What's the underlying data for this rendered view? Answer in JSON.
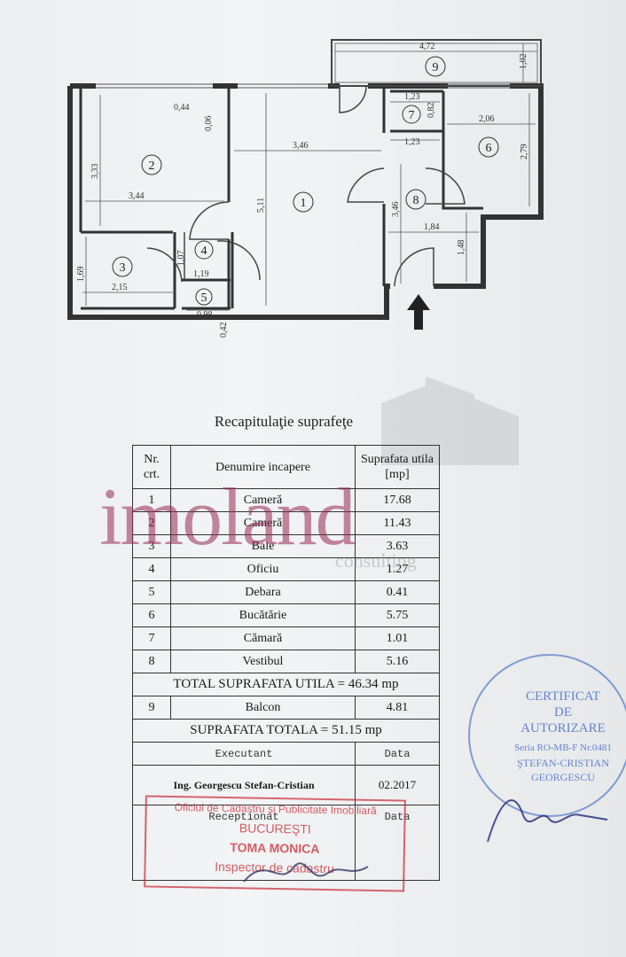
{
  "plan": {
    "rooms": [
      "1",
      "2",
      "3",
      "4",
      "5",
      "6",
      "7",
      "8",
      "9"
    ],
    "dims": {
      "balcony_w": "4,72",
      "balcony_d": "1,02",
      "r2_a": "0,44",
      "r2_b": "0,06",
      "r2_h": "3,33",
      "r2_w": "3,44",
      "r1_w": "3,46",
      "r1_h": "5,11",
      "r7_w": "1,23",
      "r7_h": "0,82",
      "r7_w2": "1,23",
      "r6_w": "2,06",
      "r6_h": "2,79",
      "r8_h": "3,46",
      "r8_w": "1,84",
      "r8_h2": "1,48",
      "r3_h": "1,69",
      "r3_w": "2,15",
      "r4_h": "1,07",
      "r4_w": "1,19",
      "r5_w": "0,98",
      "r5_h": "0,42"
    }
  },
  "table": {
    "title": "Recapitulaţie suprafeţe",
    "headers": {
      "nr": "Nr. crt.",
      "name": "Denumire incapere",
      "area": "Suprafata utila [mp]"
    },
    "rows": [
      {
        "nr": "1",
        "name": "Cameră",
        "area": "17.68"
      },
      {
        "nr": "2",
        "name": "Cameră",
        "area": "11.43"
      },
      {
        "nr": "3",
        "name": "Baie",
        "area": "3.63"
      },
      {
        "nr": "4",
        "name": "Oficiu",
        "area": "1.27"
      },
      {
        "nr": "5",
        "name": "Debara",
        "area": "0.41"
      },
      {
        "nr": "6",
        "name": "Bucătărie",
        "area": "5.75"
      },
      {
        "nr": "7",
        "name": "Cămară",
        "area": "1.01"
      },
      {
        "nr": "8",
        "name": "Vestibul",
        "area": "5.16"
      }
    ],
    "total_util": "TOTAL SUPRAFATA UTILA = 46.34 mp",
    "balcony": {
      "nr": "9",
      "name": "Balcon",
      "area": "4.81"
    },
    "total": "SUPRAFATA TOTALA = 51.15 mp",
    "executant_label": "Executant",
    "data_label": "Data",
    "executant_name": "Ing. Georgescu Stefan-Cristian",
    "executant_date": "02.2017",
    "receptionat_label": "Receptionat",
    "data_label2": "Data"
  },
  "watermark": {
    "brand": "imoland",
    "sub": "consulting"
  },
  "stamp_red": {
    "line1": "Oficiul de Cadastru şi Publicitate Imobiliară",
    "line2": "BUCUREŞTI",
    "line3": "TOMA MONICA",
    "line4": "Inspector de cadastru"
  },
  "stamp_blue": {
    "line1": "CERTIFICAT",
    "line2": "DE",
    "line3": "AUTORIZARE",
    "line4": "Seria RO-MB-F Nr.0481",
    "line5": "ŞTEFAN-CRISTIAN",
    "line6": "GEORGESCU"
  },
  "colors": {
    "wall": "#333333",
    "watermark": "#962850",
    "red_stamp": "#c82832",
    "blue_stamp": "#285abe"
  }
}
